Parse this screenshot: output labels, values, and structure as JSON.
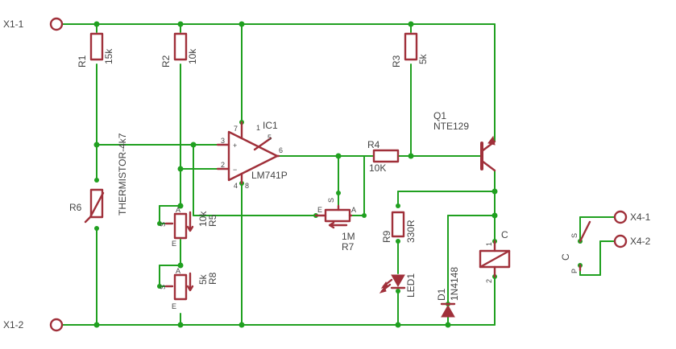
{
  "connectors": {
    "x1_1": "X1-1",
    "x1_2": "X1-2",
    "x4_1": "X4-1",
    "x4_2": "X4-2"
  },
  "components": {
    "r1": {
      "name": "R1",
      "value": "15k"
    },
    "r2": {
      "name": "R2",
      "value": "10k"
    },
    "r3": {
      "name": "R3",
      "value": "5k"
    },
    "r4": {
      "name": "R4",
      "value": "10K"
    },
    "r5": {
      "name": "R5",
      "value": "10k"
    },
    "r6": {
      "name": "R6",
      "value": "THERMISTOR-4k7"
    },
    "r7": {
      "name": "R7",
      "value": "1M"
    },
    "r8": {
      "name": "R8",
      "value": "5k"
    },
    "r9": {
      "name": "R9",
      "value": "330R"
    },
    "ic1": {
      "name": "IC1",
      "value": "LM741P"
    },
    "q1": {
      "name": "Q1",
      "value": "NTE129"
    },
    "led1": {
      "name": "LED1"
    },
    "d1": {
      "name": "D1",
      "value": "1N4148"
    },
    "relay": {
      "coil_label": "C",
      "contact_label": "C"
    }
  },
  "colors": {
    "wire": "#20a020",
    "symbol": "#a0303a",
    "text": "#444444",
    "background": "#ffffff"
  }
}
